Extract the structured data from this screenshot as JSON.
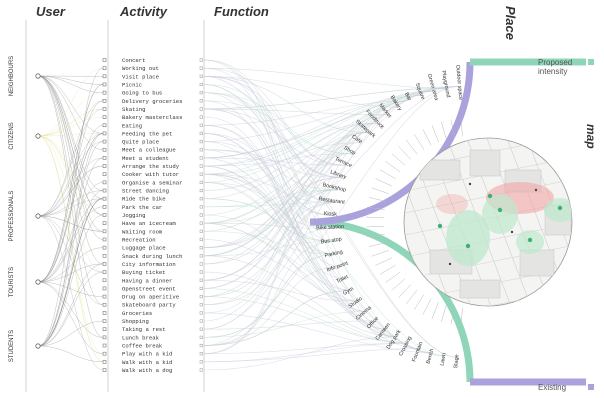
{
  "headers": {
    "user": "User",
    "activity": "Activity",
    "function": "Function",
    "place": "Place",
    "map": "map"
  },
  "users": [
    "NEIGHBOURS",
    "CITIZENS",
    "PROFESSIONALS",
    "TOURISTS",
    "STUDENTS"
  ],
  "activities": [
    "Concert",
    "Working out",
    "Visit place",
    "Picnic",
    "Going to bus",
    "Delivery groceries",
    "Skating",
    "Bakery masterclass",
    "Eating",
    "Feeding the pet",
    "Quite place",
    "Meet a colleague",
    "Meet a student",
    "Arrange the study",
    "Cooker with tutor",
    "Organise a seminar",
    "Street dancing",
    "Ride the bike",
    "Park the car",
    "Jogging",
    "Have an icecream",
    "Waiting room",
    "Recreation",
    "Luggage place",
    "Snack during lunch",
    "City information",
    "Buying ticket",
    "Having a dinner",
    "Openstreet event",
    "Drug on aperitive",
    "Skateboard party",
    "Groceries",
    "Shopping",
    "Taking a rest",
    "Lunch break",
    "Coffee break",
    "Play with a kid",
    "Walk with a kid",
    "Walk with a dog"
  ],
  "places": [
    "Outdoor space",
    "Playground",
    "Green area",
    "Square",
    "Bar",
    "Bakery",
    "Market",
    "Foodtruck",
    "Skatepark",
    "Café",
    "Shop",
    "Terrace",
    "Library",
    "Bookshop",
    "Restaurant",
    "Kiosk",
    "Bike station",
    "Bus stop",
    "Parking",
    "Info point",
    "Toilet",
    "Gym",
    "Studio",
    "Cinema",
    "Office",
    "Canteen",
    "Dog park",
    "Crossing",
    "Fountain",
    "Bench",
    "Lawn",
    "Stage"
  ],
  "legend": {
    "proposed": "Proposed intensity",
    "existing": "Existing"
  },
  "colors": {
    "proposed": "#8fd6b8",
    "existing": "#a9a2dc",
    "link": "#c7cbd3",
    "user_link": "#8a8a8a",
    "marker_green": "#3fae7a",
    "blob_red": "#f2a0a0",
    "blob_green": "#bde8cc",
    "text": "#333333"
  }
}
